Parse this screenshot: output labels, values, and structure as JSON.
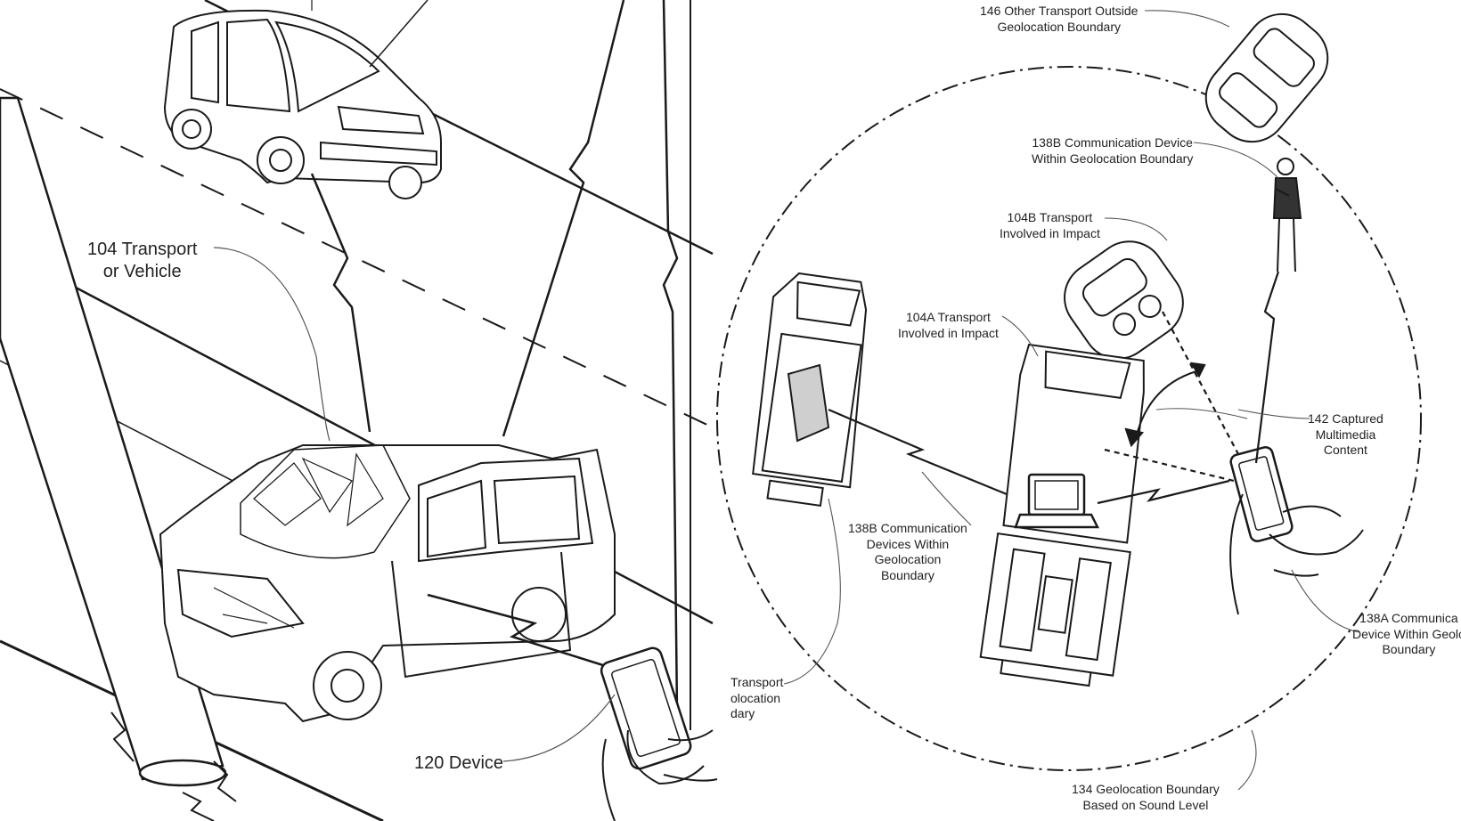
{
  "labels": {
    "transport_104": {
      "line1": "104 Transport",
      "line2": "or Vehicle"
    },
    "device_120": "120 Device",
    "other_transport_146": {
      "line1": "146 Other Transport Outside",
      "line2": "Geolocation Boundary"
    },
    "comm_device_138b_top": {
      "line1": "138B Communication Device",
      "line2": "Within Geolocation Boundary"
    },
    "transport_104b": {
      "line1": "104B Transport",
      "line2": "Involved in Impact"
    },
    "transport_104a": {
      "line1": "104A Transport",
      "line2": "Involved in Impact"
    },
    "captured_content_142": {
      "line1": "142 Captured",
      "line2": "Multimedia",
      "line3": "Content"
    },
    "comm_devices_138b": {
      "line1": "138B Communication",
      "line2": "Devices Within",
      "line3": "Geolocation",
      "line4": "Boundary"
    },
    "transport_partial": {
      "line1": "Transport",
      "line2": "olocation",
      "line3": "dary"
    },
    "comm_device_138a": {
      "line1": "138A Communica",
      "line2": "Device Within Geolo",
      "line3": "Boundary"
    },
    "geolocation_boundary_134": {
      "line1": "134 Geolocation Boundary",
      "line2": "Based on Sound Level"
    }
  },
  "colors": {
    "ink": "#1a1a1a",
    "divider_top": "#6a74f0",
    "divider_bottom": "#f06ad0"
  },
  "icons": [
    "car-icon",
    "crashed-car-icon",
    "smartphone-icon",
    "hand-icon",
    "person-icon",
    "laptop-icon",
    "lightning-signal-icon",
    "truck-icon"
  ]
}
